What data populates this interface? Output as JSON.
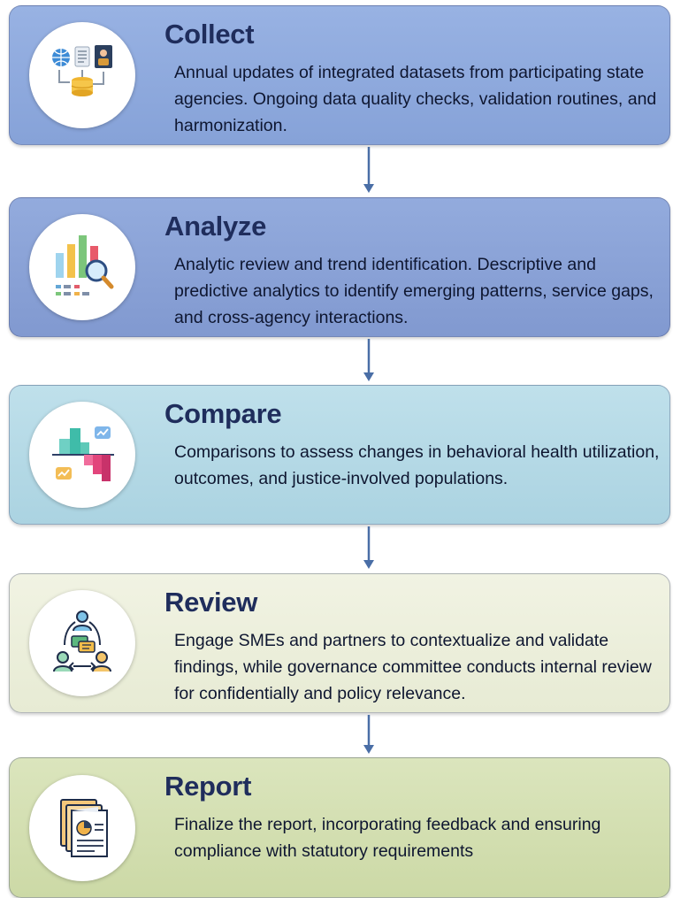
{
  "steps": [
    {
      "title": "Collect",
      "description": "Annual updates of integrated datasets from participating state agencies. Ongoing data quality checks, validation routines, and harmonization.",
      "icon": "data-collection-icon",
      "color": "#8eaadf"
    },
    {
      "title": "Analyze",
      "description": "Analytic review and trend identification. Descriptive and predictive analytics to identify emerging patterns, service gaps, and cross-agency interactions.",
      "icon": "analytics-chart-icon",
      "color": "#8ba3d8"
    },
    {
      "title": "Compare",
      "description": "Comparisons to assess changes in behavioral health utilization, outcomes, and justice-involved populations.",
      "icon": "comparison-chart-icon",
      "color": "#b6dbe7"
    },
    {
      "title": "Review",
      "description": "Engage SMEs and partners to contextualize and validate findings, while governance committee conducts internal review for confidentially and policy relevance.",
      "icon": "people-review-icon",
      "color": "#edf0dc"
    },
    {
      "title": "Report",
      "description": "Finalize the report, incorporating feedback and ensuring compliance with statutory requirements",
      "icon": "report-document-icon",
      "color": "#d6e1b4"
    }
  ],
  "connector_color": "#4a6ea6"
}
